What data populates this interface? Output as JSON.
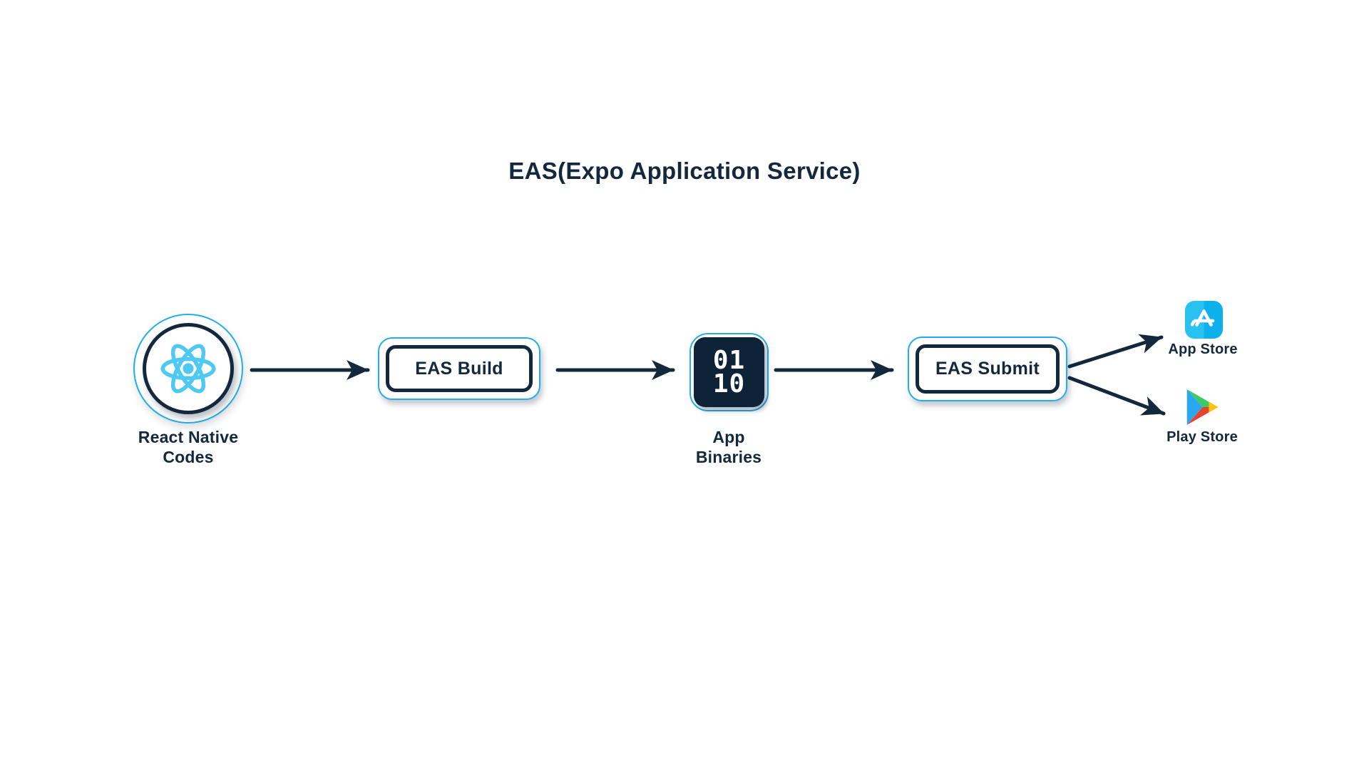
{
  "title": "EAS(Expo Application Service)",
  "colors": {
    "navy": "#13283D",
    "accent_blue": "#25ADEB",
    "react_cyan": "#4EC9F2",
    "binary_bg": "#0E2337",
    "appstore_left": "#29C1F0",
    "appstore_right": "#0EB0EC",
    "play_blue": "#2BA7F1",
    "play_green": "#3BCC66",
    "play_yellow": "#FFC30D",
    "play_red": "#E8432C"
  },
  "nodes": {
    "react_native": {
      "icon": "react-logo-icon",
      "label": [
        "React Native",
        "Codes"
      ]
    },
    "eas_build": {
      "label": "EAS Build"
    },
    "app_binaries": {
      "binary_line1": "01",
      "binary_line2": "10",
      "label": [
        "App",
        "Binaries"
      ]
    },
    "eas_submit": {
      "label": "EAS Submit"
    },
    "app_store": {
      "icon": "app-store-icon",
      "label": "App Store"
    },
    "play_store": {
      "icon": "play-store-icon",
      "label": "Play Store"
    }
  }
}
